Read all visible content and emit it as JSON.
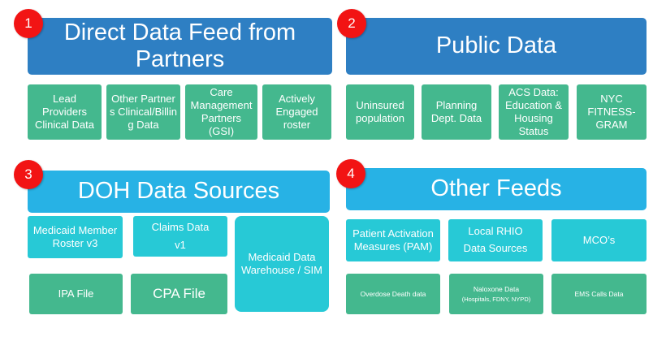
{
  "sections": [
    {
      "number": "1",
      "title": "Direct Data Feed from Partners",
      "items": [
        "Lead Providers Clinical Data",
        "Other Partners Clinical/Billing Data",
        "Care Management Partners (GSI)",
        "Actively Engaged roster"
      ]
    },
    {
      "number": "2",
      "title": "Public Data",
      "items": [
        "Uninsured population",
        "Planning Dept. Data",
        "ACS Data: Education & Housing Status",
        "NYC FITNESS-GRAM"
      ]
    },
    {
      "number": "3",
      "title": "DOH Data Sources",
      "items": [
        "Medicaid Member Roster v3",
        "Claims Data v1",
        "Medicaid Data Warehouse / SIM",
        "IPA File",
        "CPA File"
      ]
    },
    {
      "number": "4",
      "title": "Other Feeds",
      "items": [
        "Patient Activation Measures (PAM)",
        "Local RHIO Data Sources",
        "MCO’s",
        "Overdose Death data",
        "Naloxone Data",
        "(Hospitals, FDNY, NYPD)",
        "EMS Calls Data"
      ]
    }
  ],
  "colors": {
    "header_dark": "#2e7fc3",
    "header_light": "#27b2e5",
    "box_green": "#44b88e",
    "box_cyan": "#27c9d6",
    "badge_red": "#f21414"
  }
}
